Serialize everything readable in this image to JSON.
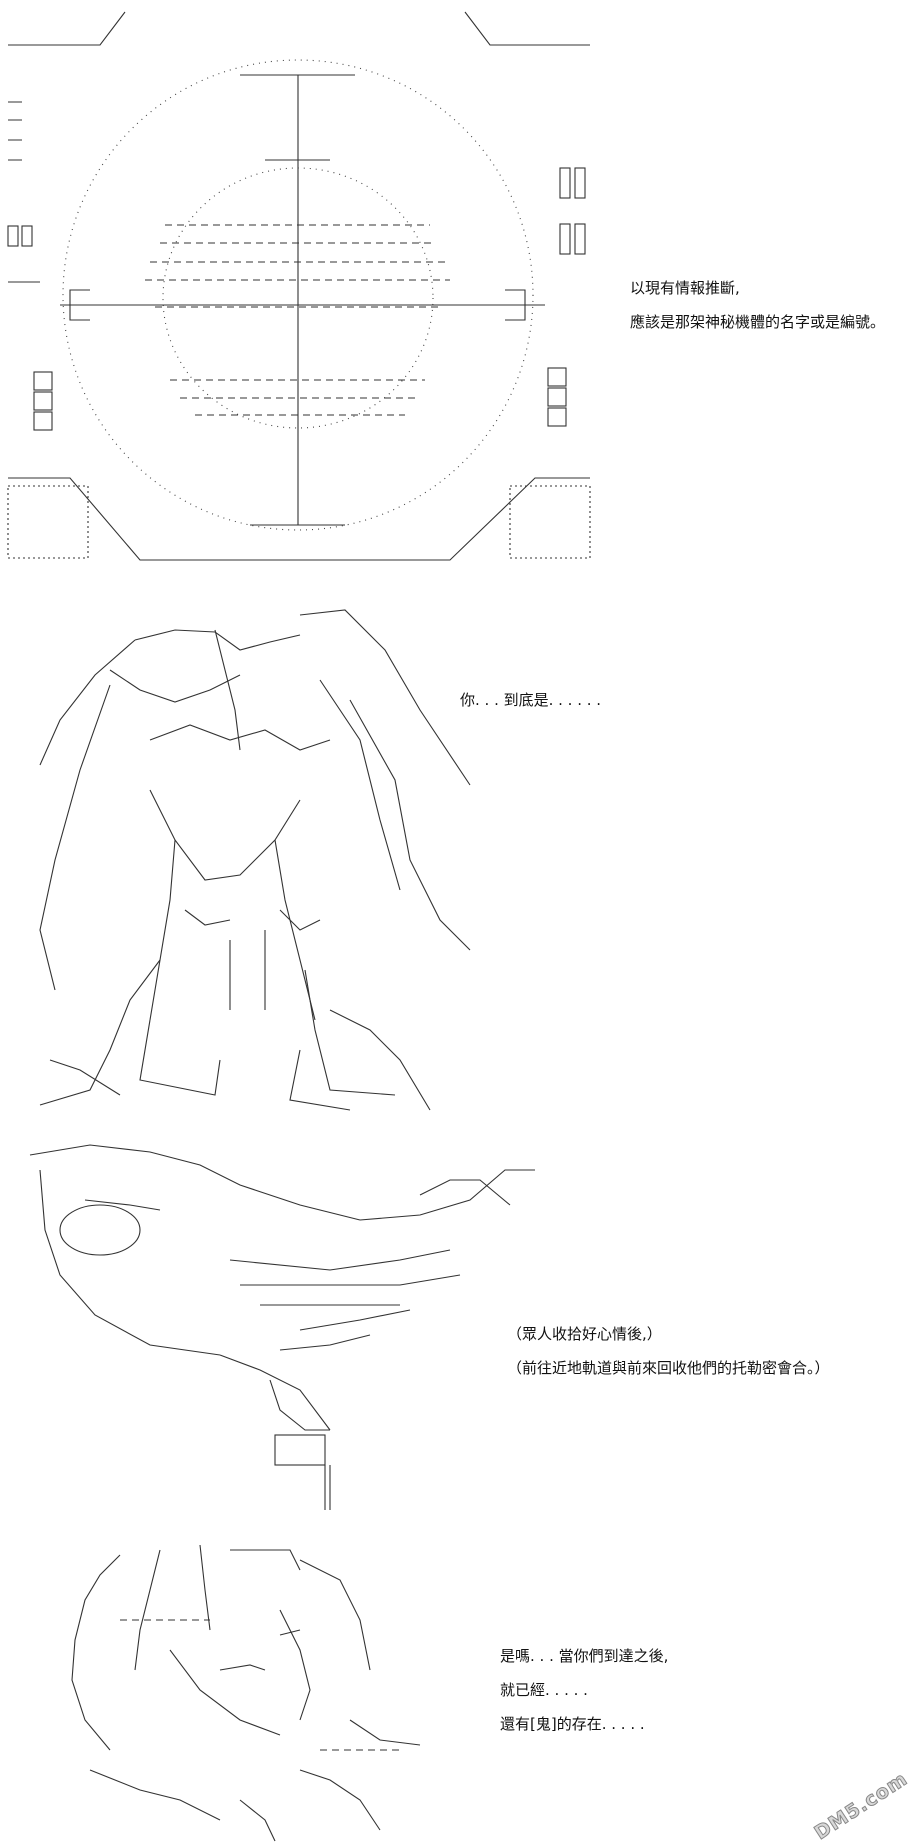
{
  "panels": [
    {
      "id": "scope",
      "lines": [
        "以現有情報推斷,",
        "應該是那架神秘機體的名字或是編號。"
      ]
    },
    {
      "id": "robot",
      "lines": [
        "你. . . 到底是. . . . . ."
      ]
    },
    {
      "id": "ship",
      "lines": [
        "（眾人收拾好心情後,）",
        "（前往近地軌道與前來回收他們的托勒密會合。）"
      ]
    },
    {
      "id": "pilot",
      "lines": [
        "是嗎. . . 當你們到達之後,",
        "就已經. . . . .",
        "還有[鬼]的存在. . . . ."
      ]
    }
  ],
  "watermark": {
    "text": "DM5.com",
    "icon": "dm5-logo-watermark"
  }
}
